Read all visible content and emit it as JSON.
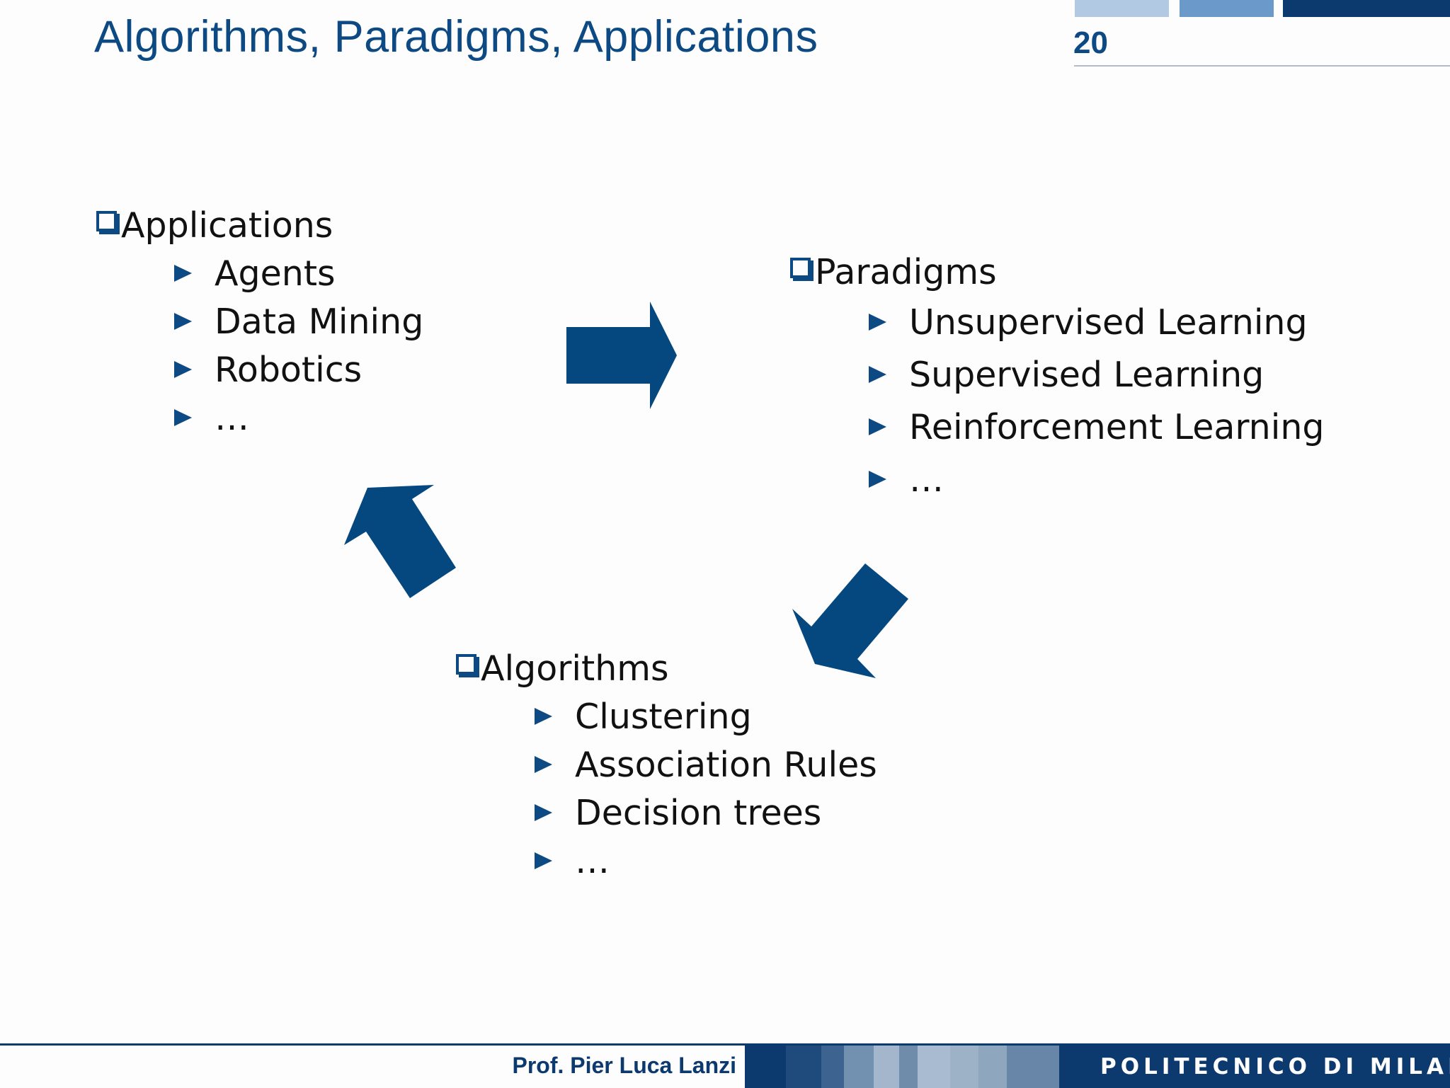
{
  "slide": {
    "title": "Algorithms, Paradigms, Applications",
    "page_number": "20"
  },
  "groups": {
    "applications": {
      "heading": "Applications",
      "items": [
        "Agents",
        "Data Mining",
        "Robotics",
        "…"
      ]
    },
    "paradigms": {
      "heading": "Paradigms",
      "items": [
        "Unsupervised Learning",
        "Supervised Learning",
        "Reinforcement Learning",
        "…"
      ]
    },
    "algorithms": {
      "heading": "Algorithms",
      "items": [
        "Clustering",
        "Association Rules",
        "Decision trees",
        "…"
      ]
    }
  },
  "footer": {
    "author": "Prof. Pier Luca Lanzi",
    "institution": "POLITECNICO DI MILANO"
  },
  "colors": {
    "accent": "#0d4a84",
    "arrow": "#05477f",
    "footer_dark": "#0d3a6e",
    "top_bar_light": "#b1c9e3",
    "top_bar_mid": "#6a99ca",
    "top_bar_dark": "#0d3a6e"
  }
}
